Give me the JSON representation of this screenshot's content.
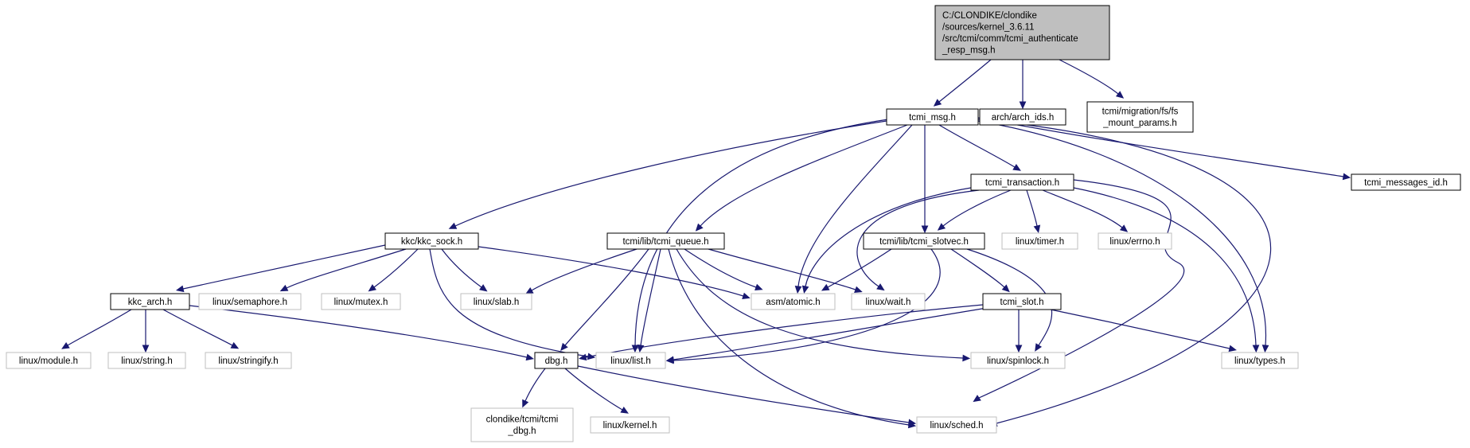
{
  "diagram": {
    "colors": {
      "edge": "#191970",
      "root_fill": "#bfbfbf",
      "documented_border": "#000000",
      "undocumented_border": "#bfbfbf",
      "node_fill": "#ffffff",
      "text": "#000000"
    },
    "nodes": [
      {
        "id": "root",
        "kind": "root",
        "lines": [
          "C:/CLONDIKE/clondike",
          "/sources/kernel_3.6.11",
          "/src/tcmi/comm/tcmi_authenticate",
          "_resp_msg.h"
        ]
      },
      {
        "id": "tcmi_msg",
        "kind": "documented",
        "lines": [
          "tcmi_msg.h"
        ]
      },
      {
        "id": "arch_ids",
        "kind": "documented",
        "lines": [
          "arch/arch_ids.h"
        ]
      },
      {
        "id": "fs_mount",
        "kind": "documented",
        "lines": [
          "tcmi/migration/fs/fs",
          "_mount_params.h"
        ]
      },
      {
        "id": "transaction",
        "kind": "documented",
        "lines": [
          "tcmi_transaction.h"
        ]
      },
      {
        "id": "messages_id",
        "kind": "documented",
        "lines": [
          "tcmi_messages_id.h"
        ]
      },
      {
        "id": "kkc_sock",
        "kind": "documented",
        "lines": [
          "kkc/kkc_sock.h"
        ]
      },
      {
        "id": "tcmi_queue",
        "kind": "documented",
        "lines": [
          "tcmi/lib/tcmi_queue.h"
        ]
      },
      {
        "id": "slotvec",
        "kind": "documented",
        "lines": [
          "tcmi/lib/tcmi_slotvec.h"
        ]
      },
      {
        "id": "timer",
        "kind": "external",
        "lines": [
          "linux/timer.h"
        ]
      },
      {
        "id": "errno",
        "kind": "external",
        "lines": [
          "linux/errno.h"
        ]
      },
      {
        "id": "kkc_arch",
        "kind": "documented",
        "lines": [
          "kkc_arch.h"
        ]
      },
      {
        "id": "semaphore",
        "kind": "external",
        "lines": [
          "linux/semaphore.h"
        ]
      },
      {
        "id": "mutex",
        "kind": "external",
        "lines": [
          "linux/mutex.h"
        ]
      },
      {
        "id": "slab",
        "kind": "external",
        "lines": [
          "linux/slab.h"
        ]
      },
      {
        "id": "atomic",
        "kind": "external",
        "lines": [
          "asm/atomic.h"
        ]
      },
      {
        "id": "wait",
        "kind": "external",
        "lines": [
          "linux/wait.h"
        ]
      },
      {
        "id": "tcmi_slot",
        "kind": "documented",
        "lines": [
          "tcmi_slot.h"
        ]
      },
      {
        "id": "module",
        "kind": "external",
        "lines": [
          "linux/module.h"
        ]
      },
      {
        "id": "string",
        "kind": "external",
        "lines": [
          "linux/string.h"
        ]
      },
      {
        "id": "stringify",
        "kind": "external",
        "lines": [
          "linux/stringify.h"
        ]
      },
      {
        "id": "dbg",
        "kind": "documented",
        "lines": [
          "dbg.h"
        ]
      },
      {
        "id": "list",
        "kind": "external",
        "lines": [
          "linux/list.h"
        ]
      },
      {
        "id": "spinlock",
        "kind": "external",
        "lines": [
          "linux/spinlock.h"
        ]
      },
      {
        "id": "types",
        "kind": "external",
        "lines": [
          "linux/types.h"
        ]
      },
      {
        "id": "tcmi_dbg",
        "kind": "external",
        "lines": [
          "clondike/tcmi/tcmi",
          "_dbg.h"
        ]
      },
      {
        "id": "kernel",
        "kind": "external",
        "lines": [
          "linux/kernel.h"
        ]
      },
      {
        "id": "sched",
        "kind": "external",
        "lines": [
          "linux/sched.h"
        ]
      }
    ],
    "edges": [
      {
        "from": "root",
        "to": "tcmi_msg"
      },
      {
        "from": "root",
        "to": "arch_ids"
      },
      {
        "from": "root",
        "to": "fs_mount"
      },
      {
        "from": "tcmi_msg",
        "to": "kkc_sock"
      },
      {
        "from": "tcmi_msg",
        "to": "tcmi_queue"
      },
      {
        "from": "tcmi_msg",
        "to": "list"
      },
      {
        "from": "tcmi_msg",
        "to": "atomic"
      },
      {
        "from": "tcmi_msg",
        "to": "slotvec"
      },
      {
        "from": "tcmi_msg",
        "to": "transaction"
      },
      {
        "from": "tcmi_msg",
        "to": "types"
      },
      {
        "from": "tcmi_msg",
        "to": "sched"
      },
      {
        "from": "tcmi_msg",
        "to": "messages_id"
      },
      {
        "from": "transaction",
        "to": "atomic"
      },
      {
        "from": "transaction",
        "to": "wait"
      },
      {
        "from": "transaction",
        "to": "slotvec"
      },
      {
        "from": "transaction",
        "to": "timer"
      },
      {
        "from": "transaction",
        "to": "errno"
      },
      {
        "from": "transaction",
        "to": "types"
      },
      {
        "from": "transaction",
        "to": "sched"
      },
      {
        "from": "kkc_sock",
        "to": "kkc_arch"
      },
      {
        "from": "kkc_sock",
        "to": "semaphore"
      },
      {
        "from": "kkc_sock",
        "to": "mutex"
      },
      {
        "from": "kkc_sock",
        "to": "slab"
      },
      {
        "from": "kkc_sock",
        "to": "atomic"
      },
      {
        "from": "kkc_sock",
        "to": "list"
      },
      {
        "from": "tcmi_queue",
        "to": "slab"
      },
      {
        "from": "tcmi_queue",
        "to": "atomic"
      },
      {
        "from": "tcmi_queue",
        "to": "wait"
      },
      {
        "from": "tcmi_queue",
        "to": "dbg"
      },
      {
        "from": "tcmi_queue",
        "to": "list"
      },
      {
        "from": "tcmi_queue",
        "to": "spinlock"
      },
      {
        "from": "tcmi_queue",
        "to": "sched"
      },
      {
        "from": "slotvec",
        "to": "atomic"
      },
      {
        "from": "slotvec",
        "to": "tcmi_slot"
      },
      {
        "from": "slotvec",
        "to": "list"
      },
      {
        "from": "slotvec",
        "to": "spinlock"
      },
      {
        "from": "kkc_arch",
        "to": "module"
      },
      {
        "from": "kkc_arch",
        "to": "string"
      },
      {
        "from": "kkc_arch",
        "to": "stringify"
      },
      {
        "from": "kkc_arch",
        "to": "dbg"
      },
      {
        "from": "tcmi_slot",
        "to": "dbg"
      },
      {
        "from": "tcmi_slot",
        "to": "list"
      },
      {
        "from": "tcmi_slot",
        "to": "spinlock"
      },
      {
        "from": "tcmi_slot",
        "to": "types"
      },
      {
        "from": "dbg",
        "to": "tcmi_dbg"
      },
      {
        "from": "dbg",
        "to": "kernel"
      },
      {
        "from": "dbg",
        "to": "sched"
      }
    ]
  }
}
